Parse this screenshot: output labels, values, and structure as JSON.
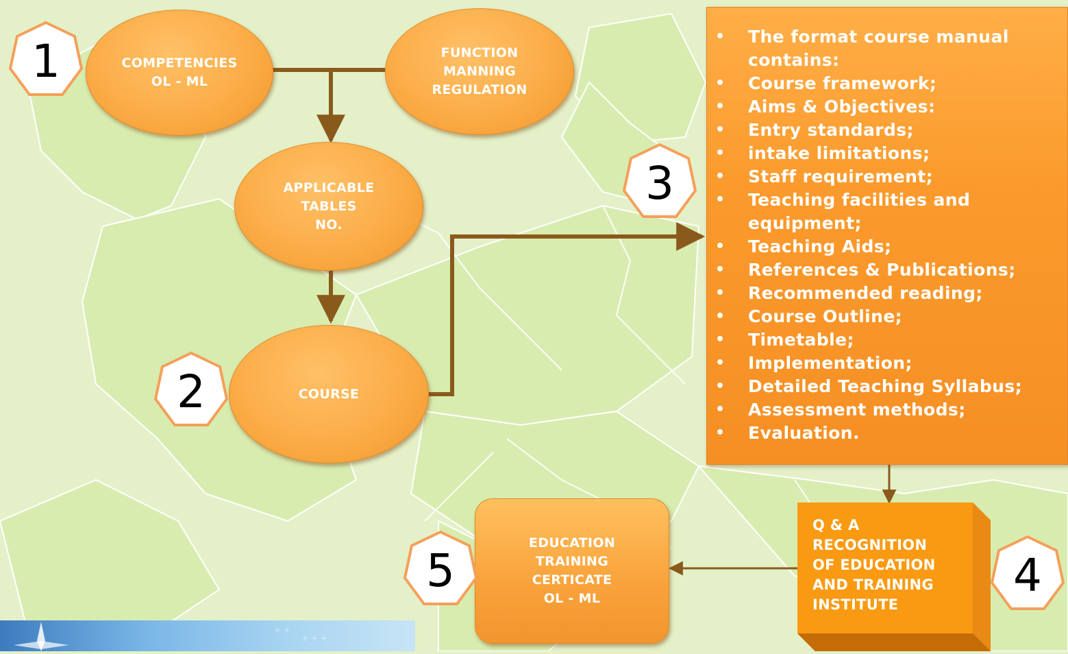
{
  "colors": {
    "background": "#e4f0c8",
    "node_fill": "#fbac47",
    "manual_fill": "#f99a2c",
    "arrow": "#8a5a1c",
    "badge_stroke": "#f4a05a"
  },
  "nodes": {
    "competencies": "COMPETENCIES\nOL - ML",
    "function": "FUNCTION\nMANNING\nREGULATION",
    "tables": "APPLICABLE\nTABLES\nNO.",
    "course": "COURSE",
    "education": "EDUCATION\nTRAINING\nCERTICATE\nOL - ML",
    "qa": "Q  & A\nRECOGNITION\nOF EDUCATION\nAND TRAINING\nINSTITUTE"
  },
  "badges": [
    "1",
    "2",
    "3",
    "4",
    "5"
  ],
  "manual_items": [
    "The format course manual\ncontains:",
    "Course framework;",
    "Aims & Objectives:",
    "Entry standards;",
    "intake limitations;",
    "Staff requirement;",
    "Teaching facilities and\nequipment;",
    "Teaching Aids;",
    "References & Publications;",
    "Recommended reading;",
    "Course Outline;",
    "Timetable;",
    "Implementation;",
    "Detailed Teaching Syllabus;",
    "Assessment methods;",
    "Evaluation."
  ]
}
